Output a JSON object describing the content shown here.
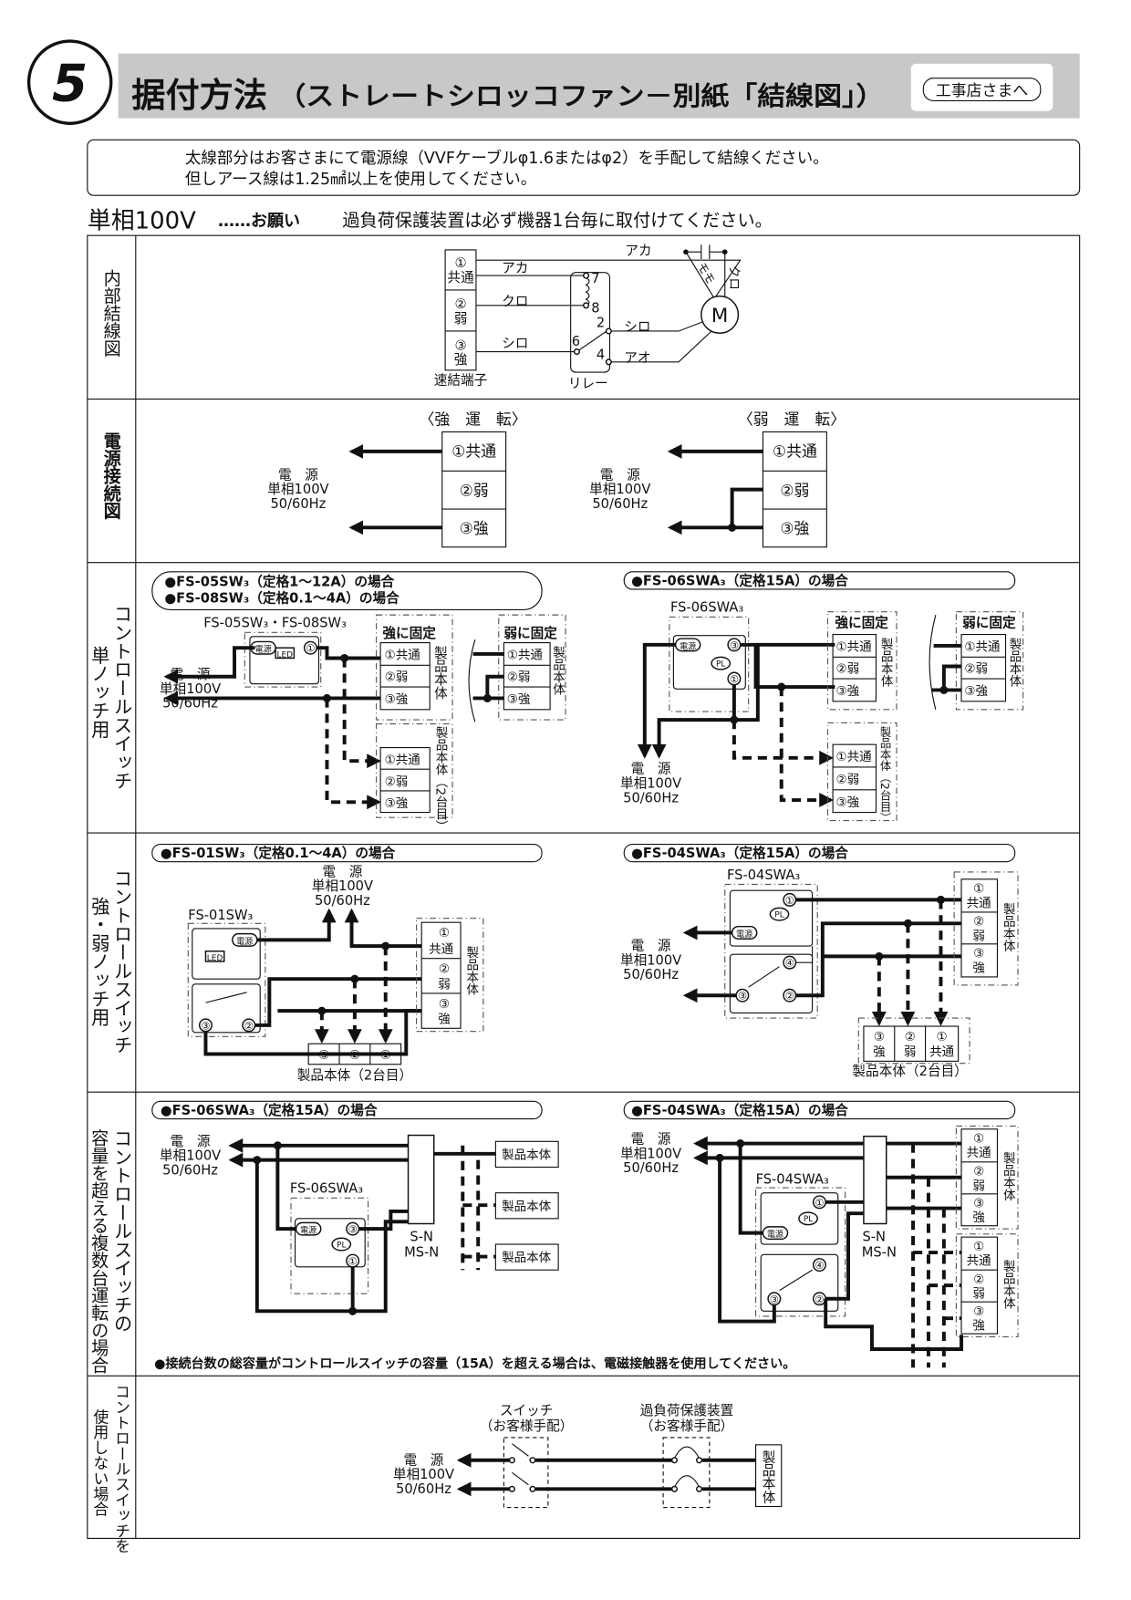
{
  "header": {
    "number": "5",
    "title": "据付方法",
    "subtitle": "（ストレートシロッコファン－別紙「結線図」）",
    "badge": "工事店さまへ"
  },
  "note": {
    "line1": "太線部分はお客さまにて電源線（VVFケーブルφ1.6またはφ2）を手配して結線ください。",
    "line2": "但しアース線は1.25㎟以上を使用してください。"
  },
  "heading": {
    "main": "単相100V",
    "request": "……お願い",
    "text": "過負荷保護装置は必ず機器1台毎に取付けてください。"
  },
  "row_labels": {
    "internal": "内部結線図",
    "power": "電源接続図",
    "single_a": "コントロールスイッチ",
    "single_b": "単ノッチ用",
    "dual_a": "コントロールスイッチ",
    "dual_b": "強・弱ノッチ用",
    "multi_a": "コントロールスイッチの",
    "multi_b": "容量を超える複数台運転の場合",
    "none_a": "コントロールスイッチを",
    "none_b": "使用しない場合"
  },
  "common": {
    "power": "電　源",
    "phase": "単相100V",
    "freq": "50/60Hz",
    "t1": "①共通",
    "t2": "②弱",
    "t3": "③強",
    "n1": "①",
    "n2": "②",
    "n3": "③",
    "n4": "④",
    "kyotsu": "共通",
    "jaku": "弱",
    "kyo": "強",
    "product": "製品本体",
    "product2": "製品本体（2台目）",
    "fix_strong": "強に固定",
    "fix_weak": "弱に固定",
    "power_tag": "電源",
    "pl": "PL",
    "led": "LED"
  },
  "internal": {
    "terminal_label": "速結端子",
    "relay_label": "リレー",
    "motor": "M",
    "wires": [
      "アカ",
      "クロ",
      "シロ",
      "アカ",
      "シロ",
      "アオ",
      "モモ",
      "クロ"
    ],
    "pins": [
      "7",
      "8",
      "2",
      "6",
      "4"
    ]
  },
  "power_conn": {
    "strong": "〈強　運　転〉",
    "weak": "〈弱　運　転〉"
  },
  "single": {
    "left_case1": "●FS-05SW₃（定格1～12A）の場合",
    "left_case2": "●FS-08SW₃（定格0.1～4A）の場合",
    "left_model": "FS-05SW₃・FS-08SW₃",
    "right_case": "●FS-06SWA₃（定格15A）の場合",
    "right_model": "FS-06SWA₃"
  },
  "dual": {
    "left_case": "●FS-01SW₃（定格0.1～4A）の場合",
    "left_model": "FS-01SW₃",
    "right_case": "●FS-04SWA₃（定格15A）の場合",
    "right_model": "FS-04SWA₃"
  },
  "multi": {
    "left_case": "●FS-06SWA₃（定格15A）の場合",
    "left_model": "FS-06SWA₃",
    "right_case": "●FS-04SWA₃（定格15A）の場合",
    "right_model": "FS-04SWA₃",
    "contactor1": "S-N",
    "contactor2": "MS-N",
    "footnote": "●接続台数の総容量がコントロールスイッチの容量（15A）を超える場合は、電磁接触器を使用してください。"
  },
  "noswitch": {
    "switch": "スイッチ",
    "switch_note": "（お客様手配）",
    "breaker": "過負荷保護装置",
    "breaker_note": "（お客様手配）"
  }
}
